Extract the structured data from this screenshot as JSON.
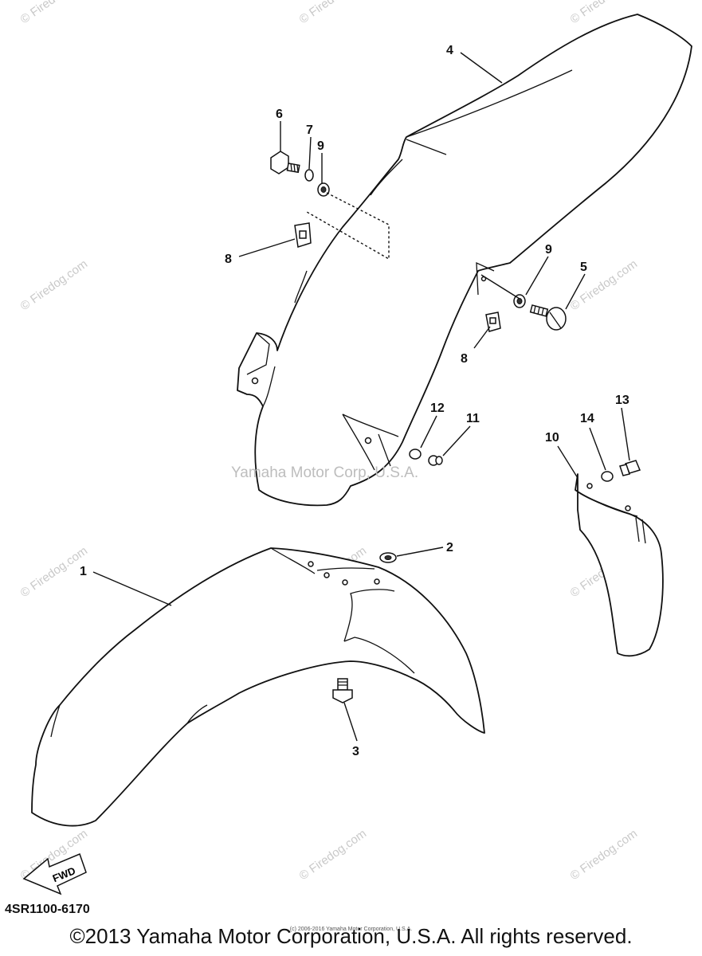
{
  "diagram": {
    "code": "4SR1100-6170",
    "copyright": "©2013 Yamaha Motor Corporation, U.S.A. All rights reserved.",
    "fineprint": "(c) 2006-2016 Yamaha Motor Corporation, U.S.A.",
    "center_watermark": "Yamaha Motor Corp, U.S.A.",
    "watermark": "© Firedog.com",
    "fwd_label": "FWD",
    "callouts": [
      "1",
      "2",
      "3",
      "4",
      "5",
      "6",
      "7",
      "8",
      "8",
      "9",
      "9",
      "10",
      "11",
      "12",
      "13",
      "14"
    ]
  }
}
